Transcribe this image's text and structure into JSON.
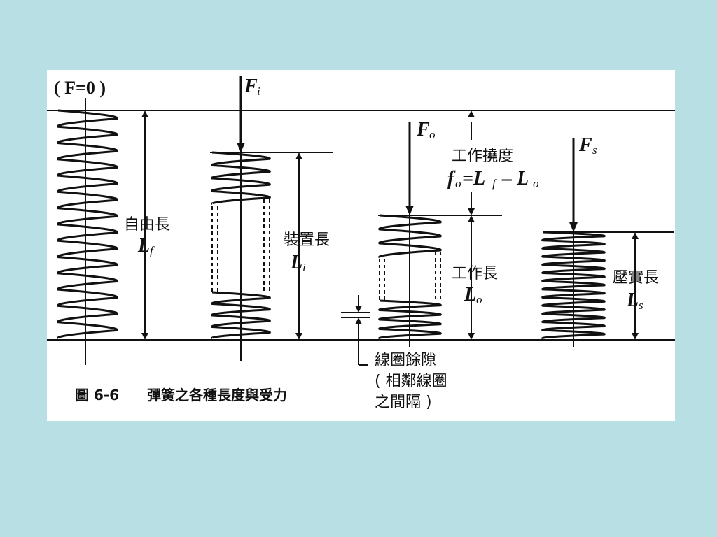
{
  "figure": {
    "state_label": "( F=0 )",
    "forces": {
      "fi": {
        "symbol": "F",
        "sub": "i"
      },
      "fo": {
        "symbol": "F",
        "sub": "o"
      },
      "fs": {
        "symbol": "F",
        "sub": "s"
      }
    },
    "labels": {
      "free_length": {
        "text": "自由長",
        "symbol": "L",
        "sub": "f"
      },
      "installed_length": {
        "text": "裝置長",
        "symbol": "L",
        "sub": "i"
      },
      "working_deflection": {
        "text": "工作撓度",
        "formula_lhs": "f",
        "formula_lhs_sub": "o",
        "formula_mid": "=L",
        "formula_mid_sub": "f",
        "formula_rhs": "– L",
        "formula_rhs_sub": "o"
      },
      "working_length": {
        "text": "工作長",
        "symbol": "L",
        "sub": "o"
      },
      "solid_length": {
        "text": "壓實長",
        "symbol": "L",
        "sub": "s"
      },
      "coil_clearance": {
        "line1": "線圈餘隙",
        "line2": "( 相鄰線圈",
        "line3": "之間隔 )"
      }
    },
    "caption": {
      "number": "圖 6-6",
      "title": "彈簧之各種長度與受力"
    }
  }
}
